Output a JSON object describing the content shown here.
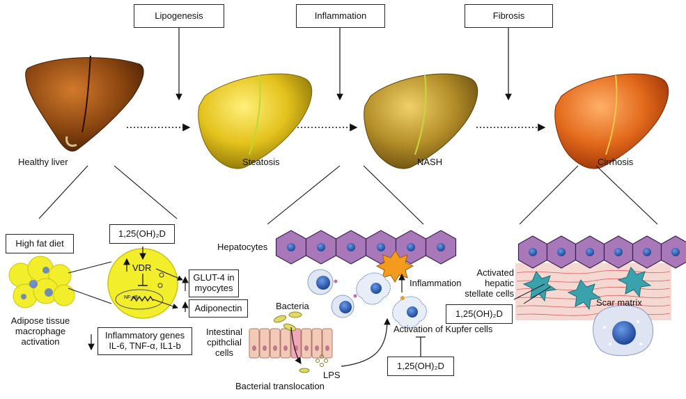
{
  "stage_boxes": {
    "lipogenesis": "Lipogenesis",
    "inflammation": "Inflammation",
    "fibrosis": "Fibrosis"
  },
  "livers": {
    "healthy": "Healthy liver",
    "steatosis": "Steatosis",
    "nash": "NASH",
    "cirrhosis": "Cirrhosis"
  },
  "liver_colors": {
    "healthy": "#8a4510",
    "steatosis": "#e3c21c",
    "nash": "#b58f2a",
    "cirrhosis": "#e36a1c"
  },
  "left_panel": {
    "high_fat_diet": "High fat diet",
    "vitd_top": "1,25(OH)₂D",
    "vdr": "VDR",
    "nfkb": "NF-κB",
    "glut4": "GLUT-4 in\nmyocytes",
    "adiponectin": "Adiponectin",
    "adipose_caption": "Adipose tissue\nmacrophage\nactivation",
    "inflammatory_genes": "Inflammatory genes\nIL-6, TNF-α, IL1-b"
  },
  "middle_panel": {
    "hepatocytes": "Hepatocytes",
    "inflammation": "Inflammation",
    "bacteria": "Bacteria",
    "epithelial": "Intestinal\ncpithclial\ncells",
    "lps": "LPS",
    "translocation": "Bacterial translocation",
    "kupffer": "Activation of Kupfer cells",
    "vitd_bottom": "1,25(OH)₂D"
  },
  "right_panel": {
    "stellate": "Activated\nhepatic\nstellate cells",
    "vitd": "1,25(OH)₂D",
    "scar": "Scar matrix"
  },
  "colors": {
    "hepatocyte": "#a878b8",
    "nucleus": "#1f4fa8",
    "adipose": "#f2ee2c",
    "epithelium": "#f3c9b8",
    "stellate": "#3aa2ad",
    "tissue_pink": "#f6d8d2",
    "starburst": "#f39b1c"
  }
}
